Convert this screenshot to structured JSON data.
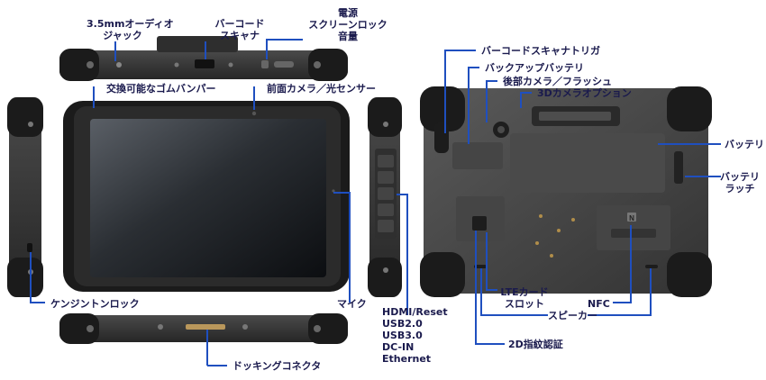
{
  "labels": {
    "audio_jack": "3.5mmオーディオ\nジャック",
    "barcode_scanner": "バーコード\nスキャナ",
    "power_lock_volume": "電源\nスクリーンロック\n音量",
    "rubber_bumper": "交換可能なゴムバンパー",
    "front_camera": "前面カメラ／光センサー",
    "kensington": "ケンジントンロック",
    "mic": "マイク",
    "ports": "HDMI/Reset\nUSB2.0\nUSB3.0\nDC-IN\nEthernet",
    "docking": "ドッキングコネクタ",
    "scanner_trigger": "バーコードスキャナトリガ",
    "backup_battery": "バックアップバッテリ",
    "rear_camera": "後部カメラ／フラッシュ",
    "camera_3d": "3Dカメラオプション",
    "battery": "バッテリ",
    "battery_latch": "バッテリ\nラッチ",
    "lte_slot": "LTEカード\nスロット",
    "nfc": "NFC",
    "speaker": "スピーカー",
    "fingerprint": "2D指紋認証"
  },
  "nfc_mark": "N",
  "colors": {
    "callout": "#1f4fbf",
    "label_text": "#1a1a4d",
    "device_dark": "#2a2a2a",
    "device_mid": "#3d3d3d",
    "bumper": "#1b1b1b",
    "screen": "#111418"
  }
}
